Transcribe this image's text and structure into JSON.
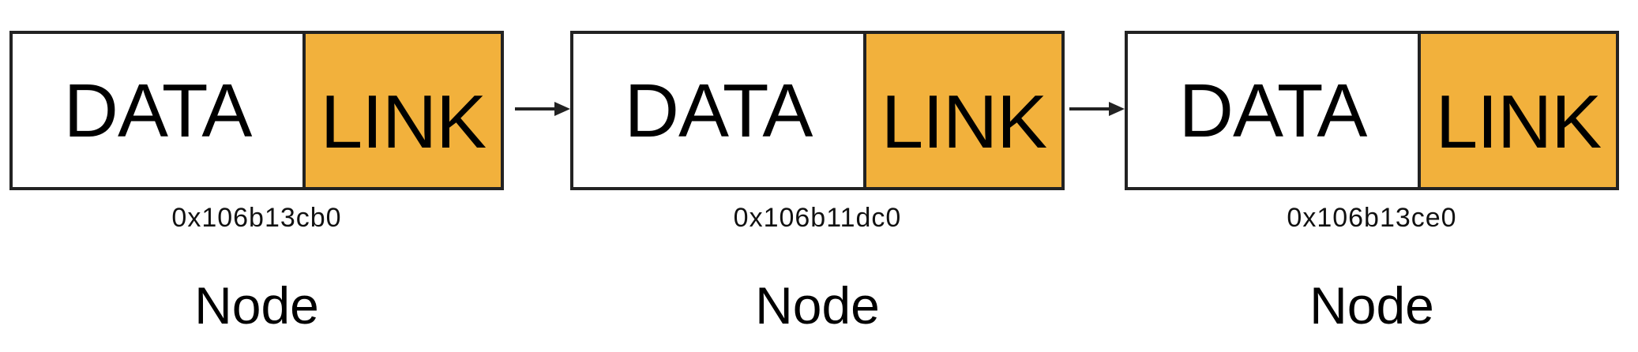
{
  "colors": {
    "link_fill": "#F2B13C",
    "data_fill": "#FFFFFF",
    "stroke": "#222222"
  },
  "nodes": [
    {
      "data_label": "DATA",
      "link_label": "LINK",
      "address": "0x106b13cb0",
      "label": "Node"
    },
    {
      "data_label": "DATA",
      "link_label": "LINK",
      "address": "0x106b11dc0",
      "label": "Node"
    },
    {
      "data_label": "DATA",
      "link_label": "LINK",
      "address": "0x106b13ce0",
      "label": "Node"
    }
  ],
  "arrows": [
    {
      "icon": "right-arrow-icon"
    },
    {
      "icon": "right-arrow-icon"
    }
  ]
}
